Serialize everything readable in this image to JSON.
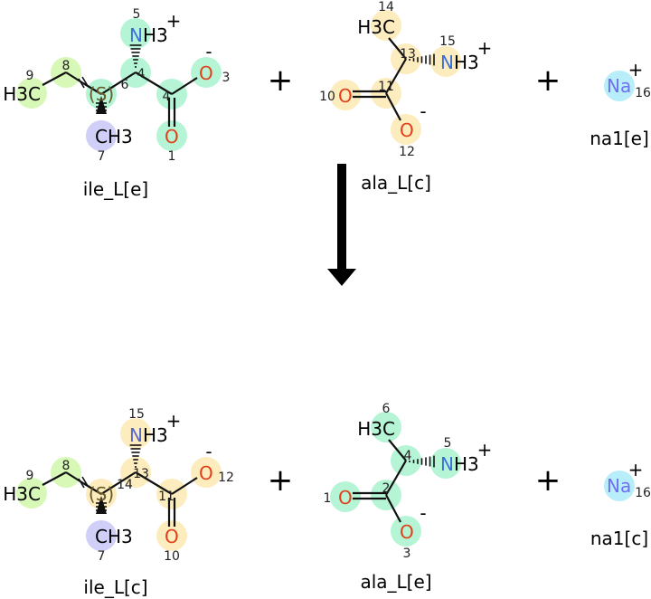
{
  "reaction": {
    "colors": {
      "mint": "#b5f5d6",
      "lime": "#d8f8b8",
      "lavender": "#cfcff7",
      "peach": "#fdecbd",
      "cyan": "#b8eef9",
      "nitrogen": "#3a6fd8",
      "nitrogen_alt": "#5566c8",
      "oxygen": "#e0401a",
      "sodium": "#7070f0"
    },
    "reactants": [
      {
        "name": "ile_L[e]",
        "stereo": "(S)",
        "atoms": [
          {
            "num": "9",
            "symbol": "H3C",
            "highlight": "lime"
          },
          {
            "num": "8",
            "symbol": "",
            "highlight": "lime"
          },
          {
            "num": "6",
            "symbol": "",
            "highlight": "mint"
          },
          {
            "num": "4",
            "symbol": "",
            "highlight": "mint"
          },
          {
            "num": "4",
            "symbol": "",
            "highlight": "mint"
          },
          {
            "num": "3",
            "symbol": "O",
            "charge": "-",
            "highlight": "mint"
          },
          {
            "num": "1",
            "symbol": "O",
            "highlight": "mint"
          },
          {
            "num": "5",
            "symbol": "NH3",
            "charge": "+",
            "highlight": "mint"
          },
          {
            "num": "7",
            "symbol": "CH3",
            "highlight": "lavender"
          }
        ]
      },
      {
        "name": "ala_L[c]",
        "atoms": [
          {
            "num": "14",
            "symbol": "H3C",
            "highlight": "peach"
          },
          {
            "num": "13",
            "symbol": "",
            "highlight": "peach"
          },
          {
            "num": "15",
            "symbol": "NH3",
            "charge": "+",
            "highlight": "peach"
          },
          {
            "num": "11",
            "symbol": "",
            "highlight": "peach"
          },
          {
            "num": "10",
            "symbol": "O",
            "highlight": "peach"
          },
          {
            "num": "12",
            "symbol": "O",
            "charge": "-",
            "highlight": "peach"
          }
        ]
      },
      {
        "name": "na1[e]",
        "atoms": [
          {
            "num": "16",
            "symbol": "Na",
            "charge": "+",
            "highlight": "cyan"
          }
        ]
      }
    ],
    "products": [
      {
        "name": "ile_L[c]",
        "stereo": "(S)",
        "atoms": [
          {
            "num": "9",
            "symbol": "H3C",
            "highlight": "lime"
          },
          {
            "num": "8",
            "symbol": "",
            "highlight": "lime"
          },
          {
            "num": "14",
            "symbol": "",
            "highlight": "peach"
          },
          {
            "num": "13",
            "symbol": "",
            "highlight": "peach"
          },
          {
            "num": "11",
            "symbol": "",
            "highlight": "peach"
          },
          {
            "num": "12",
            "symbol": "O",
            "charge": "-",
            "highlight": "peach"
          },
          {
            "num": "10",
            "symbol": "O",
            "highlight": "peach"
          },
          {
            "num": "15",
            "symbol": "NH3",
            "charge": "+",
            "highlight": "peach"
          },
          {
            "num": "7",
            "symbol": "CH3",
            "highlight": "lavender"
          }
        ]
      },
      {
        "name": "ala_L[e]",
        "atoms": [
          {
            "num": "6",
            "symbol": "H3C",
            "highlight": "mint"
          },
          {
            "num": "4",
            "symbol": "",
            "highlight": "mint"
          },
          {
            "num": "5",
            "symbol": "NH3",
            "charge": "+",
            "highlight": "mint"
          },
          {
            "num": "2",
            "symbol": "",
            "highlight": "mint"
          },
          {
            "num": "1",
            "symbol": "O",
            "highlight": "mint"
          },
          {
            "num": "3",
            "symbol": "O",
            "charge": "-",
            "highlight": "mint"
          }
        ]
      },
      {
        "name": "na1[c]",
        "atoms": [
          {
            "num": "16",
            "symbol": "Na",
            "charge": "+",
            "highlight": "cyan"
          }
        ]
      }
    ],
    "plus_sign": "+"
  }
}
